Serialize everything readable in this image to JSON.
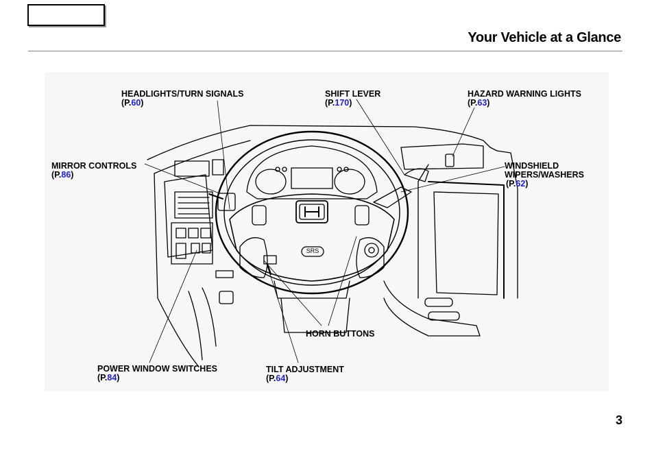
{
  "header": {
    "title": "Your Vehicle at a Glance"
  },
  "callouts": {
    "headlights": {
      "label": "HEADLIGHTS/TURN SIGNALS",
      "page": "60"
    },
    "shift_lever": {
      "label": "SHIFT LEVER",
      "page": "170"
    },
    "hazard": {
      "label": "HAZARD WARNING LIGHTS",
      "page": "63"
    },
    "mirror": {
      "label": "MIRROR CONTROLS",
      "page": "86"
    },
    "wipers": {
      "label_line1": "WINDSHIELD",
      "label_line2": "WIPERS/WASHERS",
      "page": "62"
    },
    "horn": {
      "label": "HORN BUTTONS"
    },
    "power_window": {
      "label": "POWER WINDOW SWITCHES",
      "page": "84"
    },
    "tilt": {
      "label": "TILT ADJUSTMENT",
      "page": "64"
    }
  },
  "page_ref_prefix": "P.",
  "illustration": {
    "wheel_badge": "SRS"
  },
  "footer": {
    "page_number": "3"
  },
  "colors": {
    "link": "#1a1aff",
    "figure_bg": "#f7f7f7"
  }
}
